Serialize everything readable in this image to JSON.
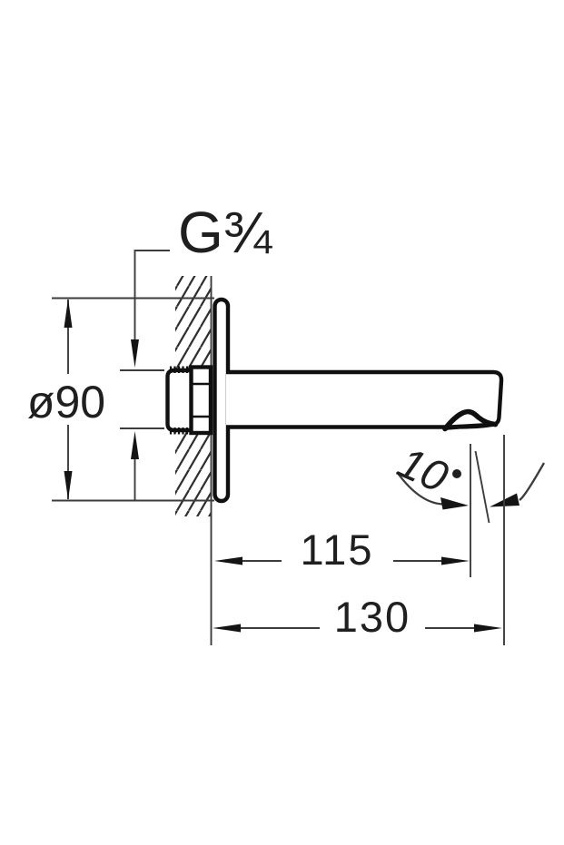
{
  "drawing": {
    "kind": "technical-dimension-drawing",
    "thread_spec": "G¾",
    "flange_diameter": "ø90",
    "spout_projection": "115",
    "overall_projection": "130",
    "spout_angle": {
      "value": "10",
      "unit": "°"
    }
  }
}
